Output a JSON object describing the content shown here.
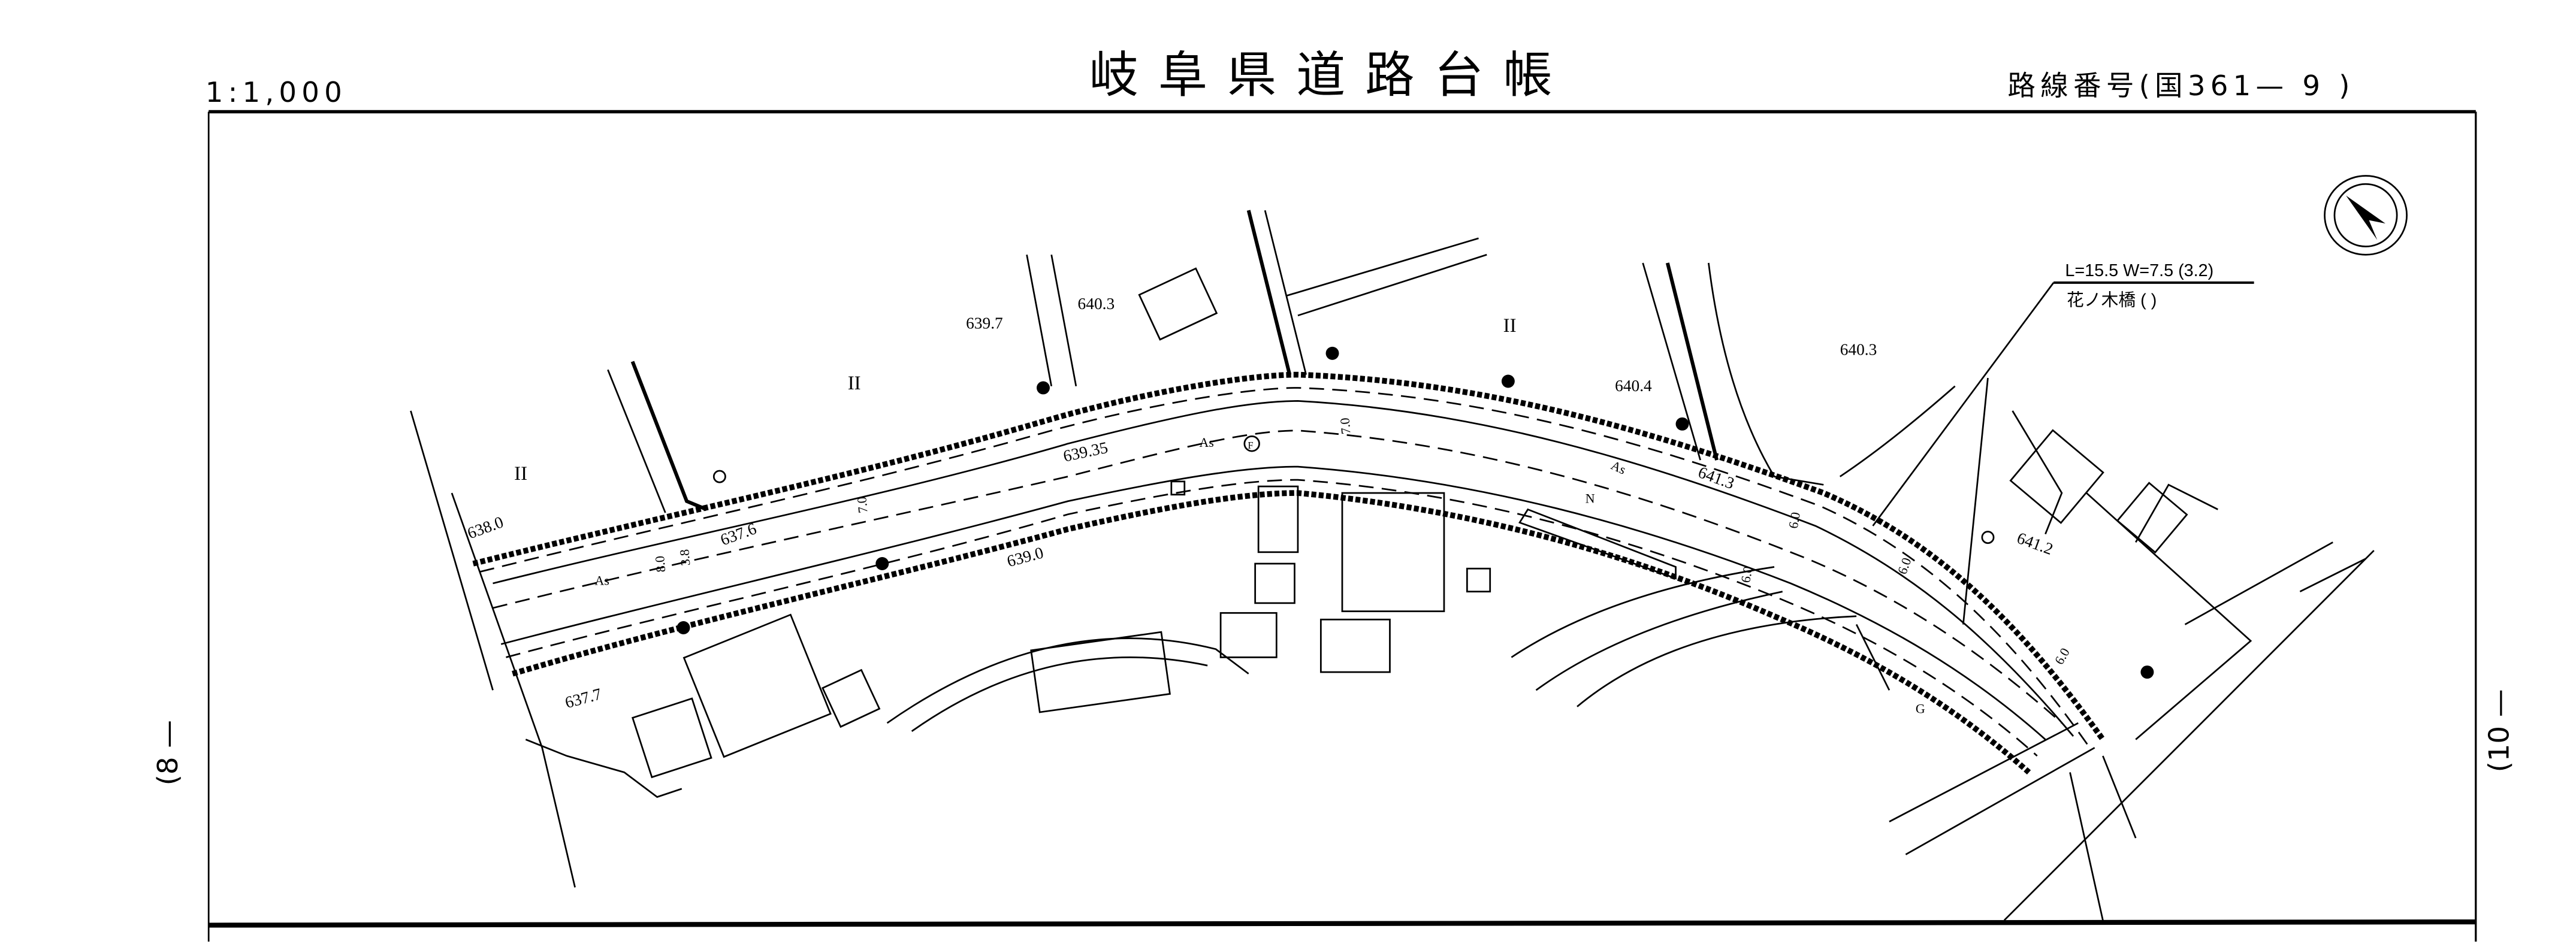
{
  "header": {
    "scale": "1:1,000",
    "title": "岐阜県道路台帳",
    "route_number": "路線番号(国361—  9  )"
  },
  "adjacent_sheets": {
    "left": "(8 —",
    "right": "(10 —"
  },
  "bridge": {
    "dimensions": "L=15.5  W=7.5 (3.2)",
    "name": "花ノ木橋 (      )"
  },
  "elevations": [
    "638.0",
    "637.6",
    "639.35",
    "639.7",
    "640.3",
    "639.0",
    "637.7",
    "640.4",
    "640.3",
    "641.3",
    "641.2"
  ],
  "road_widths": [
    "7.0",
    "8.0",
    "3.8",
    "7.0",
    "6.0",
    "6.0",
    "6.0",
    "6.0"
  ],
  "surface_labels": [
    "As",
    "As",
    "As",
    "N",
    "G"
  ],
  "symbols": {
    "fire_hydrant": "F",
    "field_mark": "II"
  },
  "compass": "north-arrow-icon"
}
